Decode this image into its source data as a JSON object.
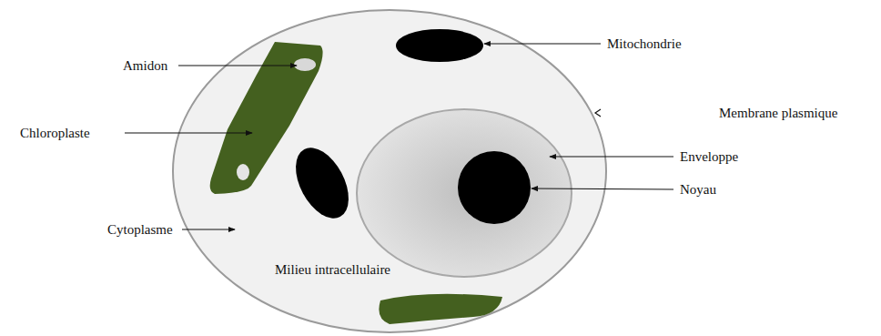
{
  "diagram": {
    "labels": [
      "Amidon",
      "Mitochondrie",
      "Chloroplaste",
      "Membrane plasmique",
      "Enveloppe",
      "Noyau",
      "Cytoplasme",
      "Milieu intracellulaire"
    ]
  }
}
